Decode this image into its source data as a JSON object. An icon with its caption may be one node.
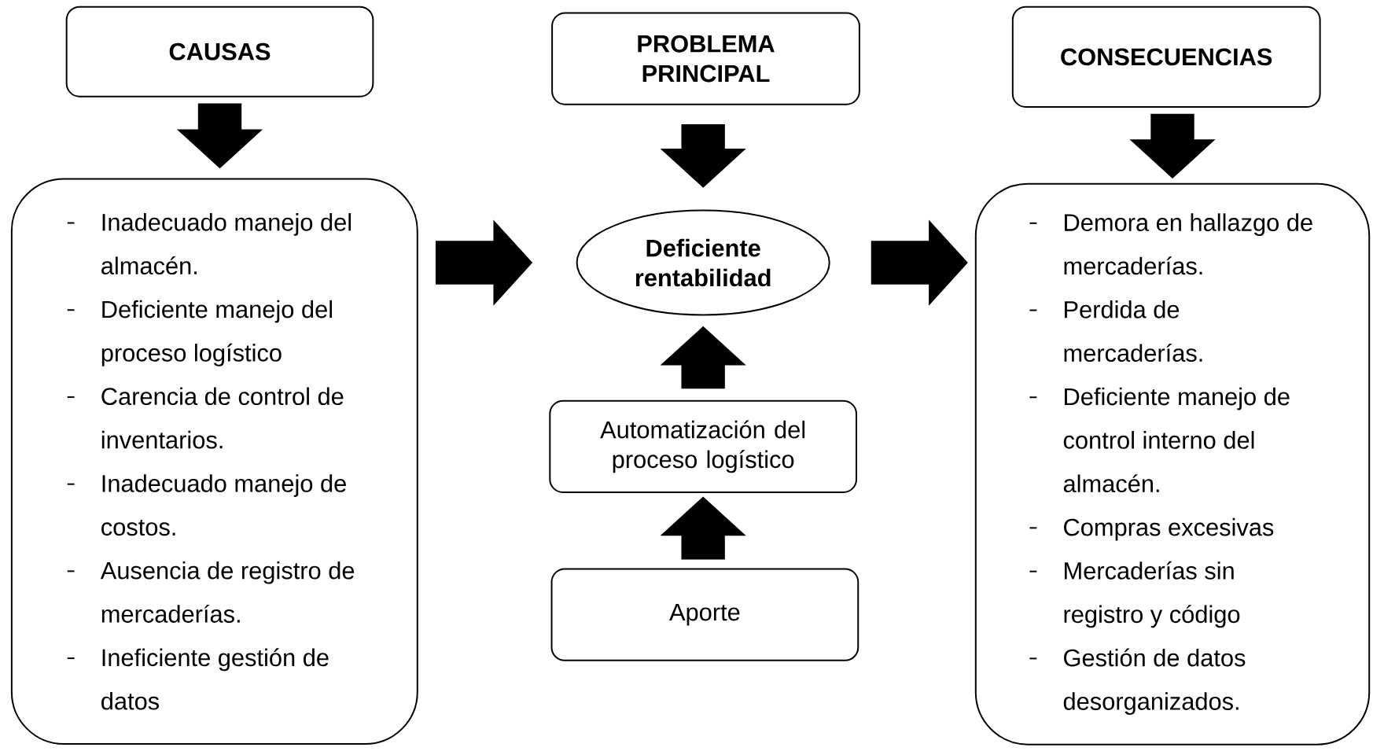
{
  "diagram": {
    "nodes": [
      {
        "text": [
          "CAUSAS"
        ]
      },
      {
        "text": [
          "Inadecuado manejo del almacén.",
          "Deficiente manejo del proceso logístico",
          "Carencia de control de inventarios.",
          "Inadecuado manejo de costos.",
          "Ausencia de registro de mercaderías.",
          "Ineficiente gestión de datos"
        ]
      },
      {
        "text": [
          "PROBLEMA PRINCIPAL"
        ]
      },
      {
        "text": [
          "Deficiente rentabilidad"
        ]
      },
      {
        "text": [
          "Automatización del proceso logístico"
        ]
      },
      {
        "text": [
          "Aporte"
        ]
      },
      {
        "text": [
          "CONSECUENCIAS"
        ]
      },
      {
        "text": [
          "Demora en hallazgo de mercaderías.",
          "Perdida de mercaderías.",
          "Deficiente manejo de control interno del almacén.",
          "Compras excesivas",
          "Mercaderías sin registro y código",
          "Gestión de datos desorganizados."
        ]
      }
    ],
    "edges": [
      {
        "from": 0,
        "to": 1,
        "arrow": "to"
      },
      {
        "from": 1,
        "to": 3,
        "arrow": "to"
      },
      {
        "from": 2,
        "to": 3,
        "arrow": "to"
      },
      {
        "from": 4,
        "to": 3,
        "arrow": "to"
      },
      {
        "from": 5,
        "to": 4,
        "arrow": "to"
      },
      {
        "from": 3,
        "to": 7,
        "arrow": "to"
      },
      {
        "from": 6,
        "to": 7,
        "arrow": "to"
      }
    ]
  }
}
